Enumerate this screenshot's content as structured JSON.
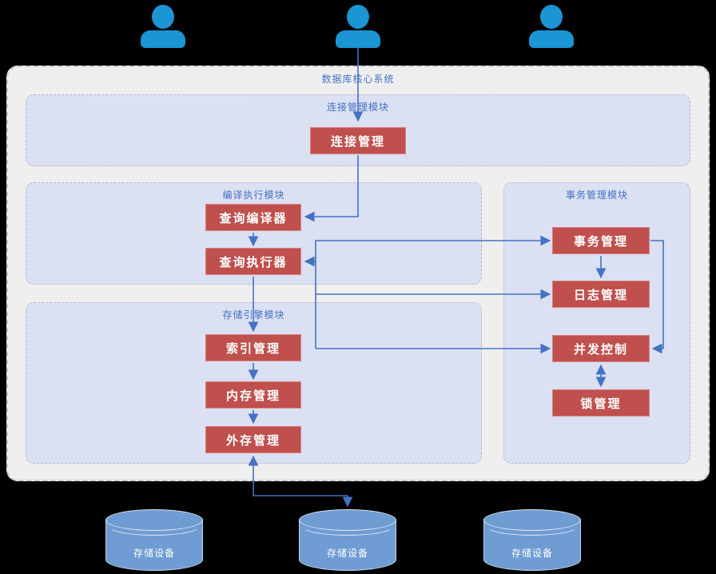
{
  "title": "数据库核心系统",
  "users": [
    {
      "icon": "user-icon"
    },
    {
      "icon": "user-icon"
    },
    {
      "icon": "user-icon"
    }
  ],
  "modules": {
    "connection": {
      "label": "连接管理模块",
      "nodes": {
        "connection_mgmt": "连接管理"
      }
    },
    "compile": {
      "label": "编译执行模块",
      "nodes": {
        "query_compiler": "查询编译器",
        "query_executor": "查询执行器"
      }
    },
    "transaction": {
      "label": "事务管理模块",
      "nodes": {
        "transaction_mgmt": "事务管理",
        "log_mgmt": "日志管理",
        "concurrency_control": "并发控制",
        "lock_mgmt": "锁管理"
      }
    },
    "storage": {
      "label": "存储引擎模块",
      "nodes": {
        "index_mgmt": "索引管理",
        "memory_mgmt": "内存管理",
        "external_storage_mgmt": "外存管理"
      }
    }
  },
  "storage_devices": [
    {
      "label": "存储设备"
    },
    {
      "label": "存储设备"
    },
    {
      "label": "存储设备"
    }
  ],
  "colors": {
    "node_fill": "#c0504d",
    "arrow_blue": "#4472c4",
    "module_fill": "#dbe0f2",
    "container_fill": "#efefef",
    "user_icon_blue": "#1b95d4",
    "cylinder_blue": "#6f9cd3"
  }
}
